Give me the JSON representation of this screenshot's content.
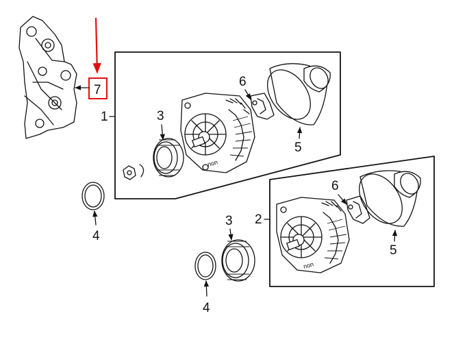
{
  "callouts": {
    "c1": "1",
    "c2": "2",
    "c3a": "3",
    "c3b": "3",
    "c4a": "4",
    "c4b": "4",
    "c5a": "5",
    "c5b": "5",
    "c6a": "6",
    "c6b": "6",
    "c7": "7"
  },
  "housing_stamp_a": "non",
  "housing_stamp_b": "non",
  "colors": {
    "highlight": "#e01010",
    "ink": "#111111"
  }
}
